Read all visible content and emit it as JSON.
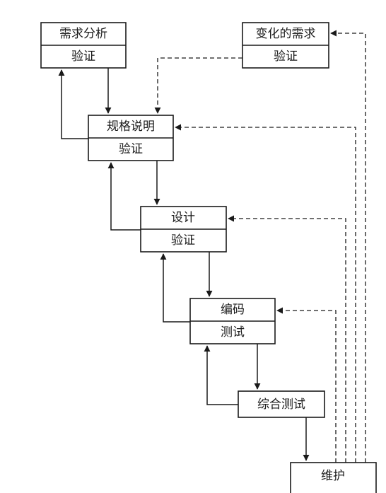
{
  "boxes": {
    "requirements_analysis": {
      "title": "需求分析",
      "sub": "验证"
    },
    "changed_requirements": {
      "title": "变化的需求",
      "sub": "验证"
    },
    "specification": {
      "title": "规格说明",
      "sub": "验证"
    },
    "design": {
      "title": "设计",
      "sub": "验证"
    },
    "coding": {
      "title": "编码",
      "sub": "测试"
    },
    "integration_test": {
      "title": "综合测试"
    },
    "maintenance": {
      "title": "维护"
    }
  }
}
